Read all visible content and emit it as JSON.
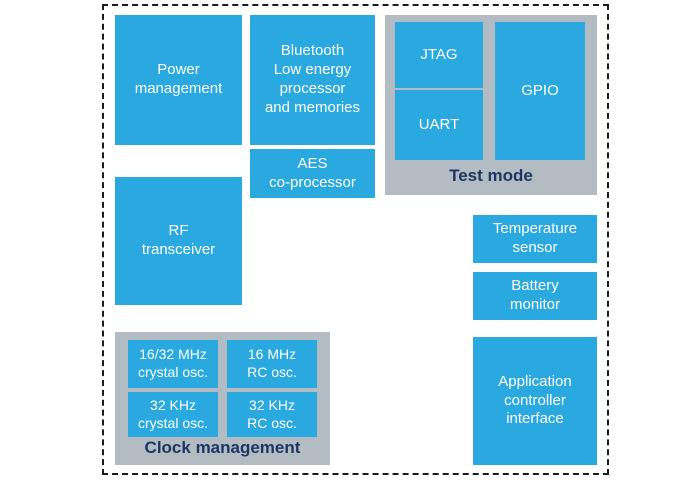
{
  "colors": {
    "background": "#ffffff",
    "block_blue": "#29a9e0",
    "container_gray": "#b3bcc3",
    "label_navy": "#1c3664",
    "block_text_white": "#ffffff",
    "border_black": "#1b1b1b"
  },
  "blocks": {
    "power_management": {
      "label": "Power\nmanagement"
    },
    "bluetooth_processor": {
      "label": "Bluetooth\nLow energy\nprocessor\nand memories"
    },
    "aes_coprocessor": {
      "label": "AES\nco-processor"
    },
    "rf_transceiver": {
      "label": "RF\ntransceiver"
    },
    "temperature_sensor": {
      "label": "Temperature\nsensor"
    },
    "battery_monitor": {
      "label": "Battery\nmonitor"
    },
    "application_controller_interface": {
      "label": "Application\ncontroller\ninterface"
    }
  },
  "containers": {
    "test_mode": {
      "label": "Test mode",
      "blocks": {
        "jtag": {
          "label": "JTAG"
        },
        "uart": {
          "label": "UART"
        },
        "gpio": {
          "label": "GPIO"
        }
      }
    },
    "clock_management": {
      "label": "Clock management",
      "blocks": {
        "crystal_16_32_mhz": {
          "label": "16/32 MHz\ncrystal osc."
        },
        "rc_16_mhz": {
          "label": "16 MHz\nRC osc."
        },
        "crystal_32_khz": {
          "label": "32 KHz\ncrystal osc."
        },
        "rc_32_khz": {
          "label": "32 KHz\nRC osc."
        }
      }
    }
  }
}
